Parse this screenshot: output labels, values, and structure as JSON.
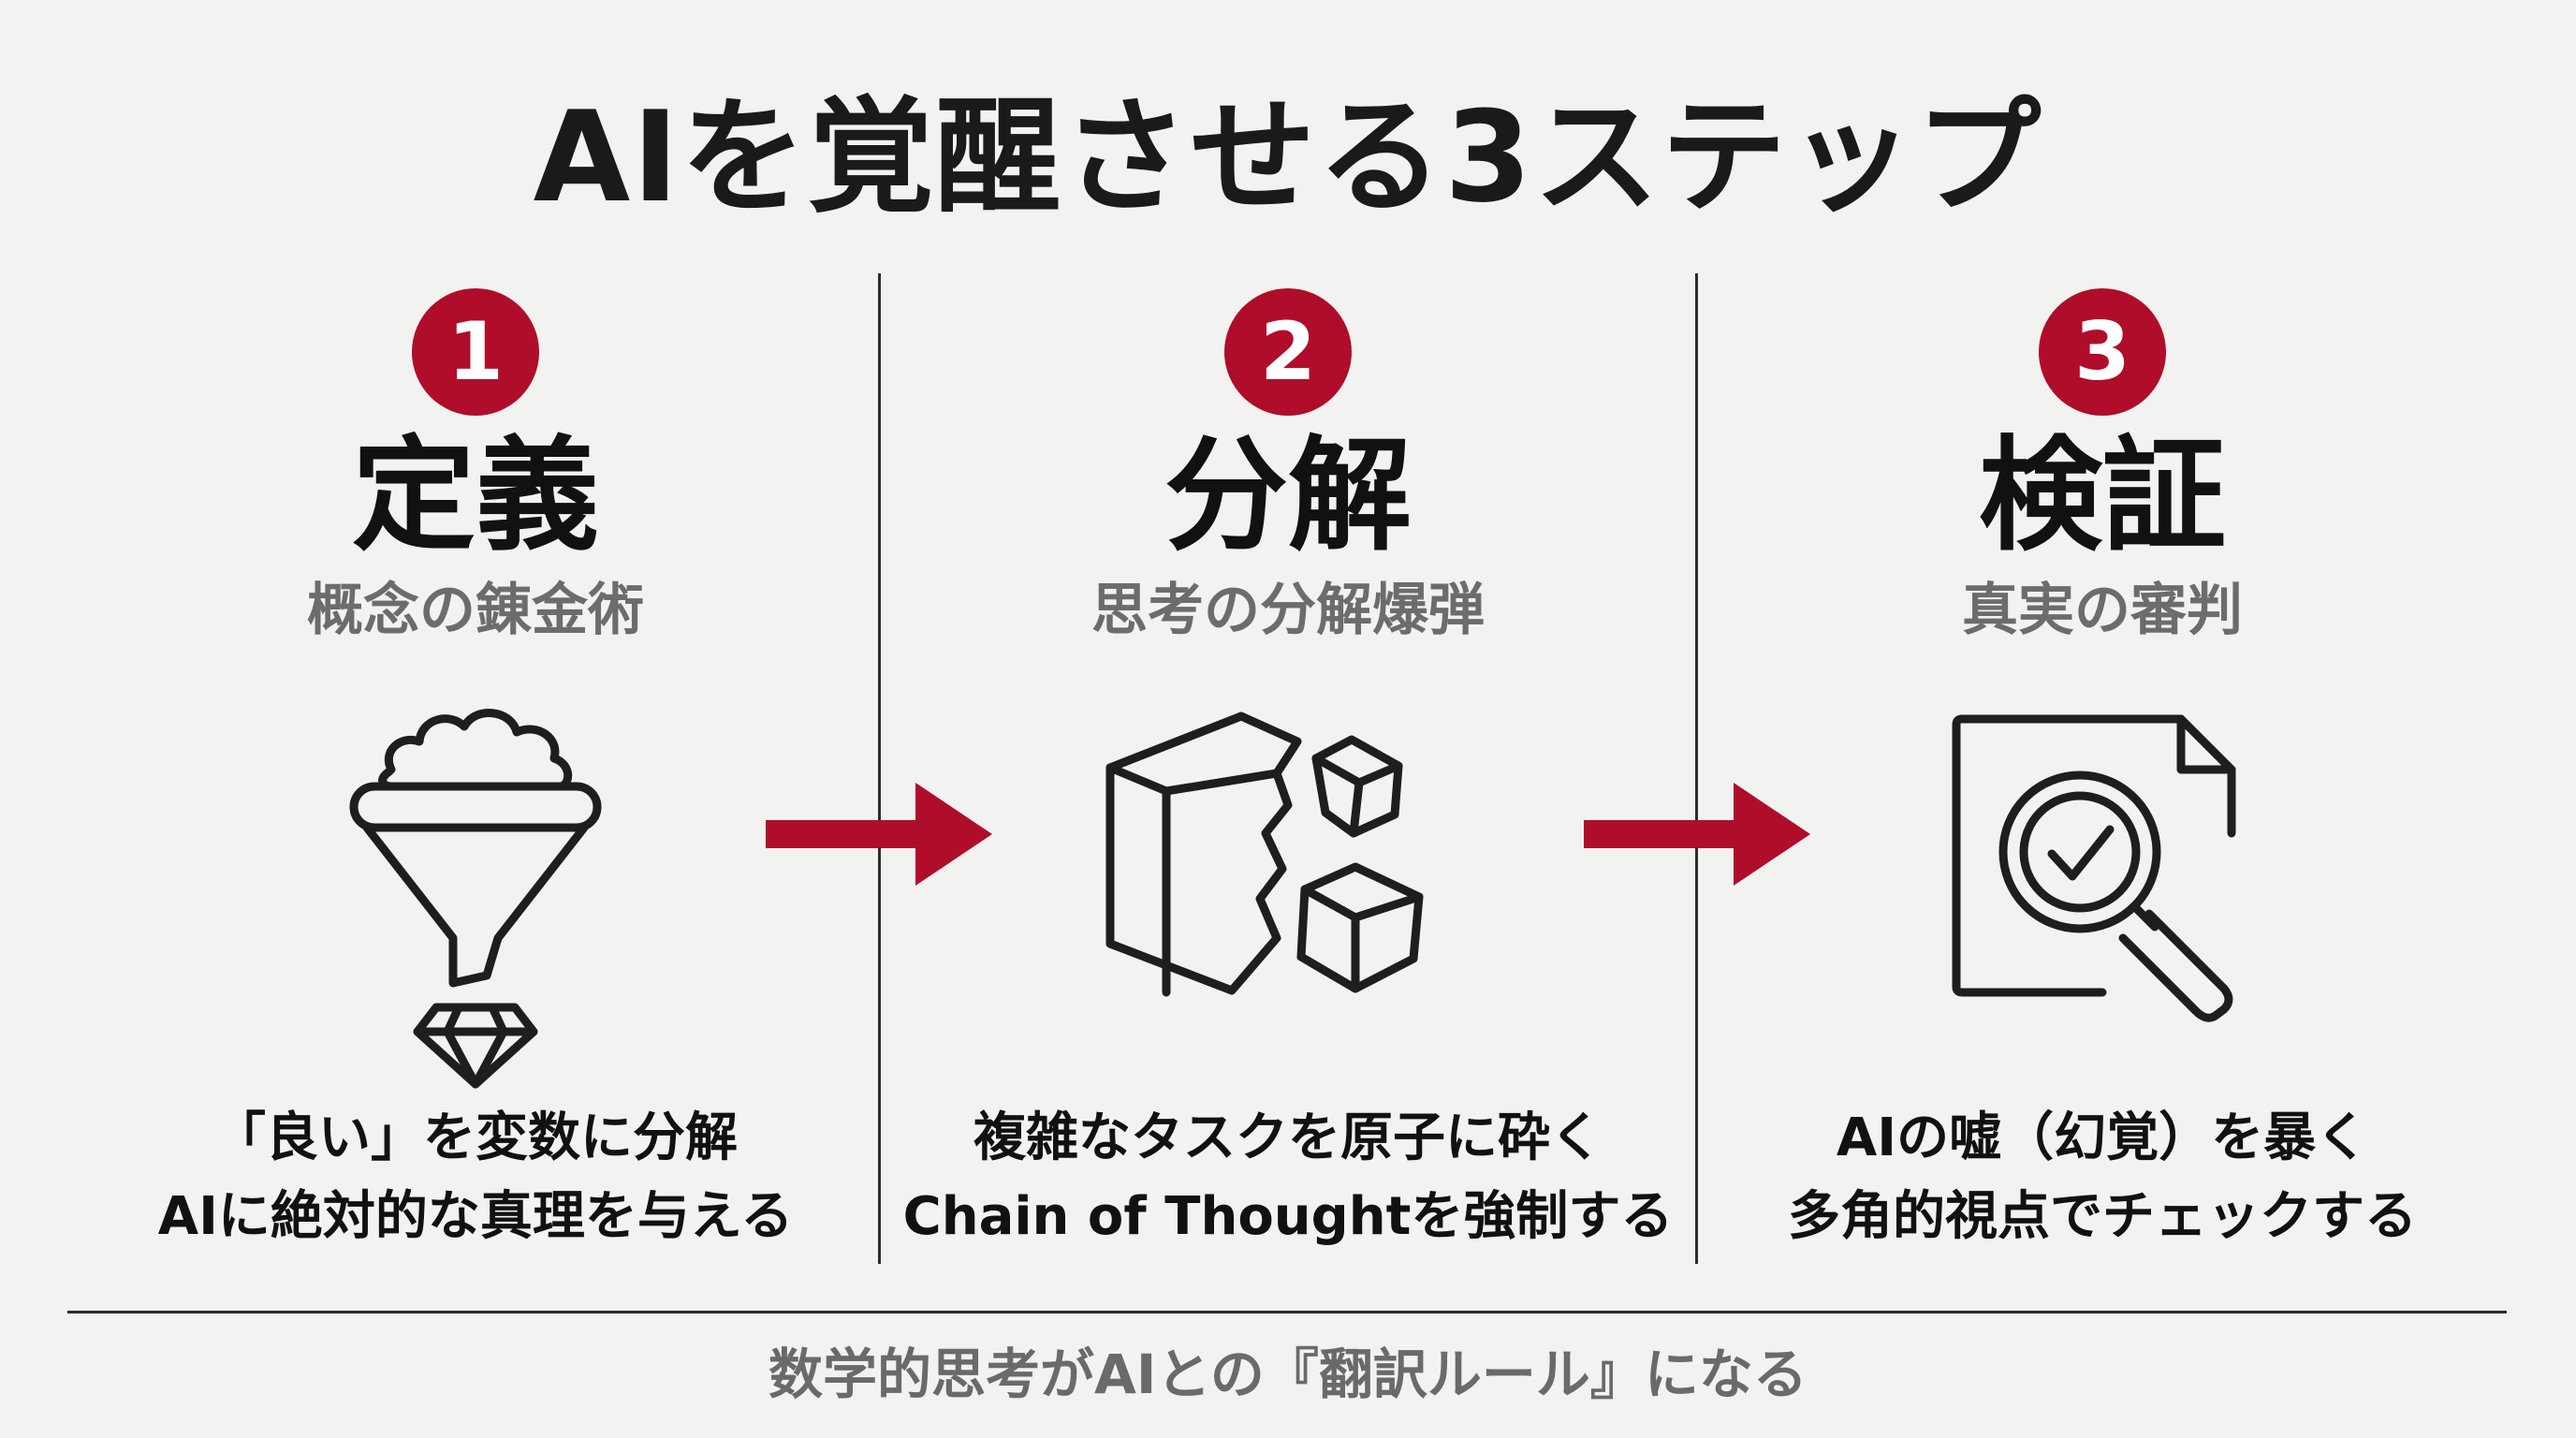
{
  "title": "AIを覚醒させる3ステップ",
  "steps": [
    {
      "number": "1",
      "heading": "定義",
      "subheading": "概念の錬金術",
      "icon": "funnel-diamond-icon",
      "desc_line1": "「良い」を変数に分解",
      "desc_line2": "AIに絶対的な真理を与える"
    },
    {
      "number": "2",
      "heading": "分解",
      "subheading": "思考の分解爆弾",
      "icon": "broken-cubes-icon",
      "desc_line1": "複雑なタスクを原子に砕く",
      "desc_line2": "Chain of Thoughtを強制する"
    },
    {
      "number": "3",
      "heading": "検証",
      "subheading": "真実の審判",
      "icon": "document-magnifier-check-icon",
      "desc_line1": "AIの嘘（幻覚）を暴く",
      "desc_line2": "多角的視点でチェックする"
    }
  ],
  "footer": "数学的思考がAIとの『翻訳ルール』になる",
  "colors": {
    "accent": "#b00d2b",
    "background": "#f2f2f0",
    "text": "#1a1a1a",
    "subtext": "#6c6c6c"
  }
}
